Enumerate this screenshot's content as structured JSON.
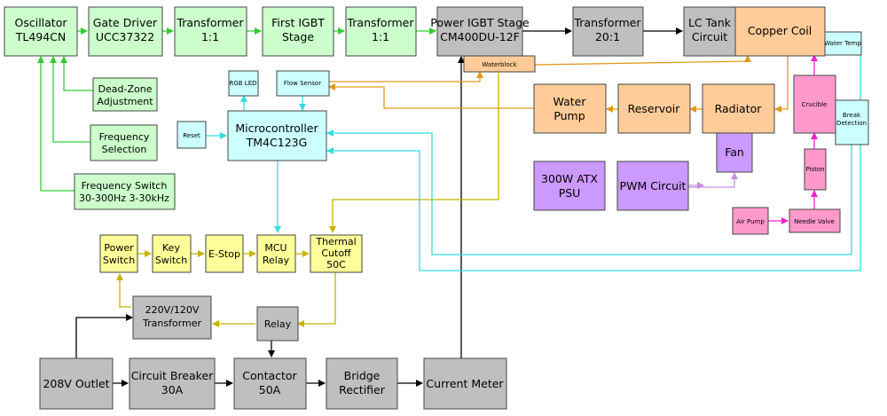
{
  "colors": {
    "green_fill": "#ccffcc",
    "green_line": "#33cc33",
    "grey_fill": "#bfbfbf",
    "black_line": "#000000",
    "cyan_fill": "#ccffff",
    "cyan_line": "#33dddd",
    "orange_fill": "#ffcc99",
    "orange_line": "#e09a1a",
    "yellow_fill": "#ffff99",
    "yellow_line": "#c8b400",
    "purple_fill": "#cc99ff",
    "purple_line": "#c78de0",
    "pink_fill": "#ff99cc",
    "pink_line": "#ee22cc"
  },
  "blocks": {
    "oscillator": [
      "Oscillator",
      "TL494CN"
    ],
    "gate_driver": [
      "Gate Driver",
      "UCC37322"
    ],
    "transformer_a": [
      "Transformer",
      "1:1"
    ],
    "first_igbt": [
      "First IGBT",
      "Stage"
    ],
    "transformer_b": [
      "Transformer",
      "1:1"
    ],
    "power_igbt": [
      "Power IGBT Stage",
      "CM400DU-12F"
    ],
    "waterblock": [
      "Waterblock"
    ],
    "transformer_c": [
      "Transformer",
      "20:1"
    ],
    "lc_tank": [
      "LC Tank",
      "Circuit"
    ],
    "copper_coil": [
      "Copper Coil"
    ],
    "water_temp": [
      "Water Temp"
    ],
    "dead_zone": [
      "Dead-Zone",
      "Adjustment"
    ],
    "freq_sel": [
      "Frequency",
      "Selection"
    ],
    "freq_switch": [
      "Frequency Switch",
      "30-300Hz 3-30kHz"
    ],
    "rgb_led": [
      "RGB LED"
    ],
    "flow_sensor": [
      "Flow Sensor"
    ],
    "reset": [
      "Reset"
    ],
    "mcu": [
      "Microcontroller",
      "TM4C123G"
    ],
    "water_pump": [
      "Water",
      "Pump"
    ],
    "reservoir": [
      "Reservoir"
    ],
    "radiator": [
      "Radiator"
    ],
    "crucible": [
      "Crucible"
    ],
    "break_det": [
      "Break",
      "Detection"
    ],
    "fan": [
      "Fan"
    ],
    "psu": [
      "300W ATX",
      "PSU"
    ],
    "pwm": [
      "PWM Circuit"
    ],
    "piston": [
      "Piston"
    ],
    "air_pump": [
      "Air Pump"
    ],
    "needle_valve": [
      "Needle Valve"
    ],
    "power_switch": [
      "Power",
      "Switch"
    ],
    "key_switch": [
      "Key",
      "Switch"
    ],
    "estop": [
      "E-Stop"
    ],
    "mcu_relay": [
      "MCU",
      "Relay"
    ],
    "thermal": [
      "Thermal",
      "Cutoff",
      "50C"
    ],
    "transformer_220": [
      "220V/120V",
      "Transformer"
    ],
    "relay": [
      "Relay"
    ],
    "outlet": [
      "208V Outlet"
    ],
    "breaker": [
      "Circuit Breaker",
      "30A"
    ],
    "contactor": [
      "Contactor",
      "50A"
    ],
    "rectifier": [
      "Bridge",
      "Rectifier"
    ],
    "current_meter": [
      "Current Meter"
    ]
  }
}
